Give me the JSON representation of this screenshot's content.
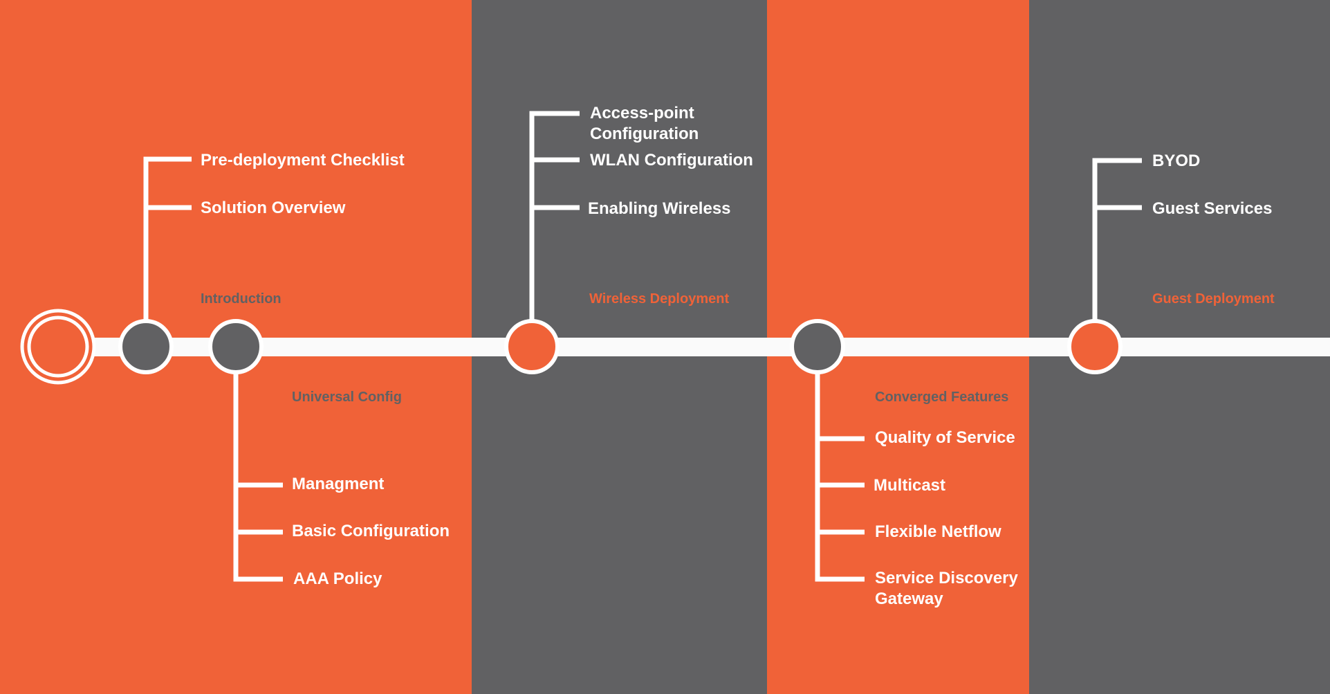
{
  "colors": {
    "orange": "#F06238",
    "gray": "#616163",
    "track": "#FAFAFA",
    "white": "#FFFFFF"
  },
  "sections": {
    "introduction": {
      "title": "Introduction",
      "items": [
        "Pre-deployment Checklist",
        "Solution Overview"
      ]
    },
    "universal_config": {
      "title": "Universal Config",
      "items": [
        "Managment",
        "Basic Configuration",
        "AAA Policy"
      ]
    },
    "wireless_deployment": {
      "title": "Wireless Deployment",
      "items": [
        "Access-point Configuration",
        "WLAN Configuration",
        "Enabling Wireless"
      ]
    },
    "converged_features": {
      "title": "Converged Features",
      "items": [
        "Quality of Service",
        "Multicast",
        "Flexible Netflow",
        "Service Discovery Gateway"
      ]
    },
    "guest_deployment": {
      "title": "Guest Deployment",
      "items": [
        "BYOD",
        "Guest Services"
      ]
    }
  }
}
